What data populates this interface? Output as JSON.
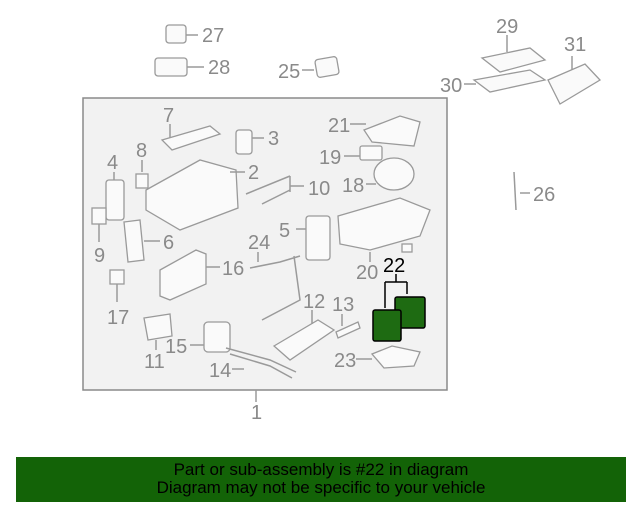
{
  "diagram": {
    "labels": {
      "p1": "1",
      "p2": "2",
      "p3": "3",
      "p4": "4",
      "p5": "5",
      "p6": "6",
      "p7": "7",
      "p8": "8",
      "p9": "9",
      "p10": "10",
      "p11": "11",
      "p12": "12",
      "p13": "13",
      "p14": "14",
      "p15": "15",
      "p16": "16",
      "p17": "17",
      "p18": "18",
      "p19": "19",
      "p20": "20",
      "p21": "21",
      "p22": "22",
      "p23": "23",
      "p24": "24",
      "p25": "25",
      "p26": "26",
      "p27": "27",
      "p28": "28",
      "p29": "29",
      "p30": "30",
      "p31": "31"
    },
    "highlighted_part": "22",
    "highlight_color": "#1e6b12"
  },
  "banner": {
    "line1": "Part or sub-assembly is #22 in diagram",
    "line2": "Diagram may not be specific to your vehicle",
    "color": "#136307"
  }
}
